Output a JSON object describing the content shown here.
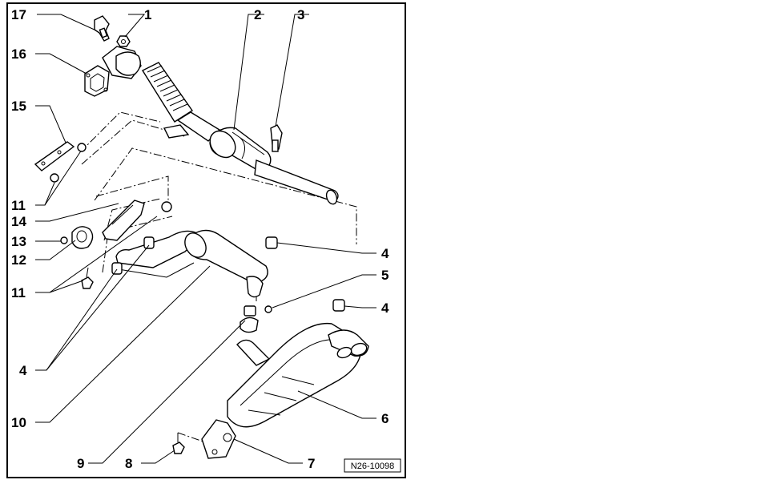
{
  "callouts": {
    "c1": "1",
    "c2": "2",
    "c3": "3",
    "c4a": "4",
    "c4b": "4",
    "c4c": "4",
    "c5": "5",
    "c6": "6",
    "c7": "7",
    "c8": "8",
    "c9": "9",
    "c10": "10",
    "c11a": "11",
    "c11b": "11",
    "c12": "12",
    "c13": "13",
    "c14": "14",
    "c15": "15",
    "c16": "16",
    "c17": "17"
  },
  "reference": "N26-10098"
}
